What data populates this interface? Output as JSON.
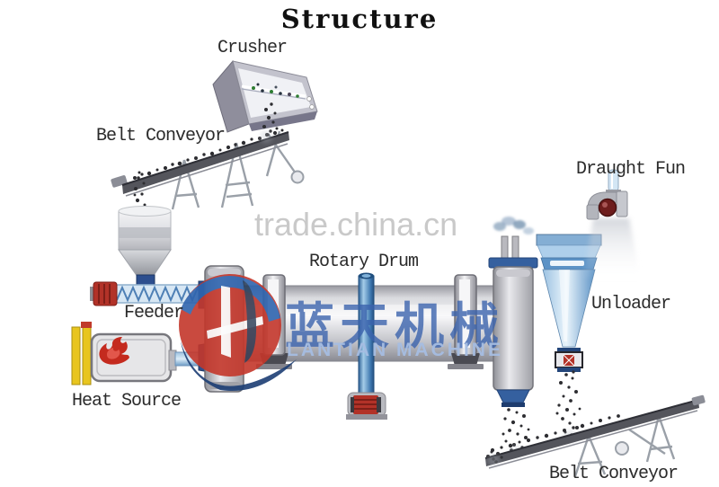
{
  "title": "Structure",
  "watermarks": {
    "site": "trade.china.cn",
    "brand_cn": "蓝天机械",
    "brand_en": "LANTIAN MACHINE"
  },
  "labels": {
    "crusher": "Crusher",
    "belt_conveyor_top": "Belt Conveyor",
    "feeder": "Feeder",
    "heat_source": "Heat Source",
    "rotary_drum": "Rotary Drum",
    "draught_fan": "Draught Fun",
    "unloader": "Unloader",
    "belt_conveyor_bottom": "Belt Conveyor"
  },
  "colors": {
    "label_text": "#2b2b2b",
    "watermark_gray": "#c9c9c9",
    "brand_blue": "#3b63ac",
    "logo_red": "#c4372b",
    "logo_navy": "#1c3e74",
    "machine_blue": "#5d93c6",
    "navy_flange": "#2c4e8e",
    "motor_red": "#b23228",
    "heater_yellow": "#e8c51e",
    "flame_red": "#c42a1e",
    "steel_gray": "#c6c6d0"
  }
}
